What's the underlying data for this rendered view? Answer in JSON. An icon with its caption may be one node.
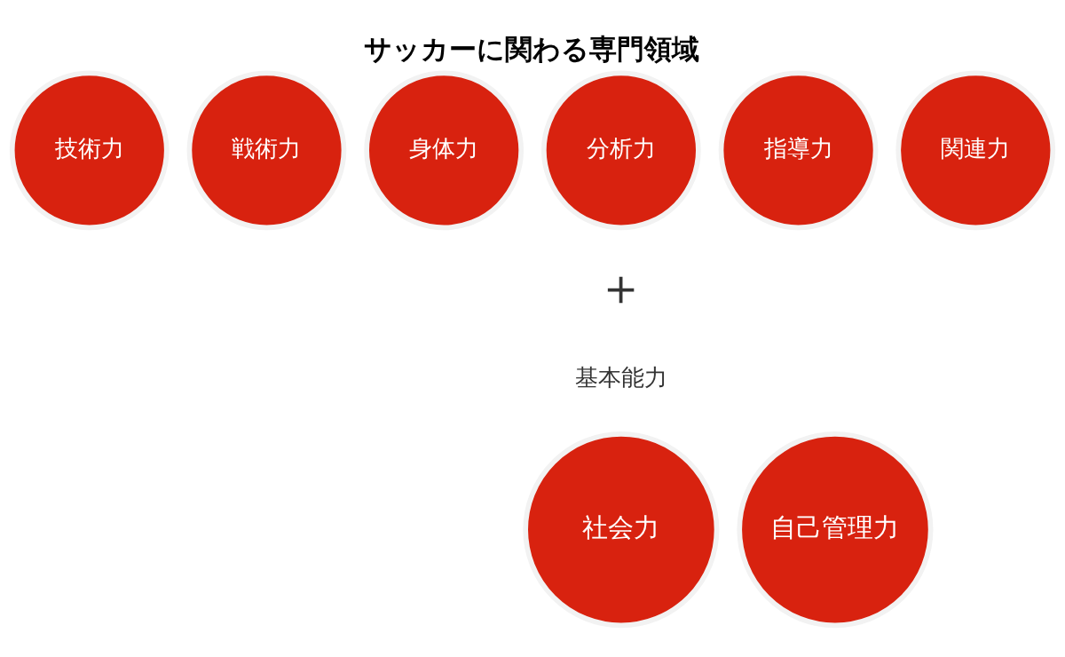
{
  "diagram": {
    "title": "サッカーに関わる専門領域",
    "nodes": [
      {
        "text": [
          "技術力"
        ]
      },
      {
        "text": [
          "戦術力"
        ]
      },
      {
        "text": [
          "身体力"
        ]
      },
      {
        "text": [
          "分析力"
        ]
      },
      {
        "text": [
          "指導力"
        ]
      },
      {
        "text": [
          "関連力"
        ]
      },
      {
        "text": [
          "社会力"
        ]
      },
      {
        "text": [
          "自己管理力"
        ]
      }
    ],
    "edges": [],
    "labels": [
      "＋",
      "基本能力"
    ]
  }
}
